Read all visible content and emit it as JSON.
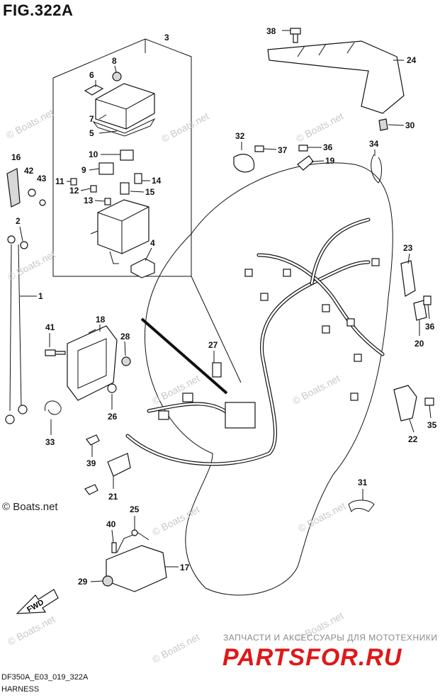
{
  "figure": {
    "title": "FIG.322A",
    "code": "DF350A_E03_019_322A",
    "caption": "HARNESS"
  },
  "callouts": [
    "1",
    "2",
    "3",
    "4",
    "5",
    "6",
    "7",
    "8",
    "9",
    "10",
    "11",
    "12",
    "13",
    "14",
    "15",
    "16",
    "17",
    "18",
    "19",
    "20",
    "21",
    "22",
    "23",
    "24",
    "25",
    "26",
    "27",
    "28",
    "29",
    "30",
    "31",
    "32",
    "33",
    "34",
    "35",
    "36",
    "37",
    "38",
    "39",
    "40",
    "41",
    "42",
    "43"
  ],
  "fwd_arrow": "FWD",
  "watermark": "© Boats.net",
  "promo": {
    "text": "ЗАПЧАСТИ И АКСЕССУАРЫ ДЛЯ МОТОТЕХНИКИ",
    "logo": "PARTSFOR.RU"
  }
}
